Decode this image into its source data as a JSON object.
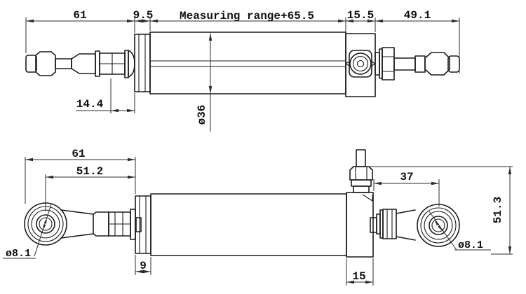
{
  "drawing": {
    "background": "#ffffff",
    "line_color": "#1b1b1b",
    "description": "Two-view dimensioned engineering drawing of a rod-type linear position transducer with articulated rod-end bearings"
  },
  "labels": {
    "top_view": {
      "left_rod_length": "61",
      "rear_cap_width": "9.5",
      "measuring_range": "Measuring range+65.5",
      "front_cap_width": "15.5",
      "right_rod_length": "49.1",
      "nut_to_cap": "14.4",
      "body_diameter": "ø36"
    },
    "bottom_view": {
      "rod_end_length": "61",
      "hole_center_to_body": "51.2",
      "left_hole_diameter": "ø8.1",
      "rear_cap_width": "9",
      "body_to_hole_center": "37",
      "overall_height": "51.3",
      "right_hole_diameter": "ø8.1",
      "front_cap_width": "15"
    }
  }
}
